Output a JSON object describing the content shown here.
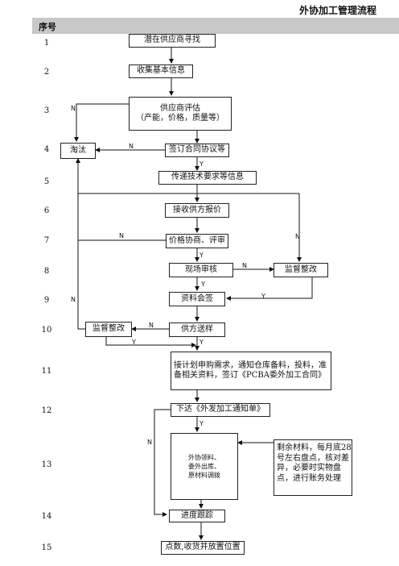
{
  "title": "外协加工管理流程",
  "header": {
    "seq_label": "序号"
  },
  "rows": [
    "1",
    "2",
    "3",
    "4",
    "5",
    "6",
    "7",
    "8",
    "9",
    "10",
    "11",
    "12",
    "13",
    "14",
    "15"
  ],
  "nodes": {
    "find_supplier": "潜在供应商寻找",
    "collect_info": "收集基本信息",
    "evaluate_line1": "供应商评估",
    "evaluate_line2": "（产能，价格，质量等）",
    "eliminate": "淘汰",
    "sign_agreement": "签订合同协议等",
    "pass_tech": "传递技术要求等信息",
    "receive_quote": "接收供方报价",
    "negotiate": "价格协商、评审",
    "site_audit": "现场审核",
    "supervise_fix_right": "监督整改",
    "countersign": "资料会签",
    "supervise_fix_left": "监督整改",
    "supplier_sample": "供方送样",
    "purchase_request": "接计划申购需求，通知仓库备料，投料，准备相关资料，签订《PCBA委外加工合同》",
    "issue_notice": "下达《外发加工通知单》",
    "material_line1": "外协领料、",
    "material_line2": "委外出库、",
    "material_line3": "原材料调拨",
    "leftover": "剩余材料，每月底28号左右盘点，核对差异，必要时实物盘点，进行账务处理",
    "progress": "进度跟踪",
    "receive_goods": "点数,收货并放置位置"
  },
  "edge_labels": {
    "yes": "Y",
    "no": "N"
  }
}
